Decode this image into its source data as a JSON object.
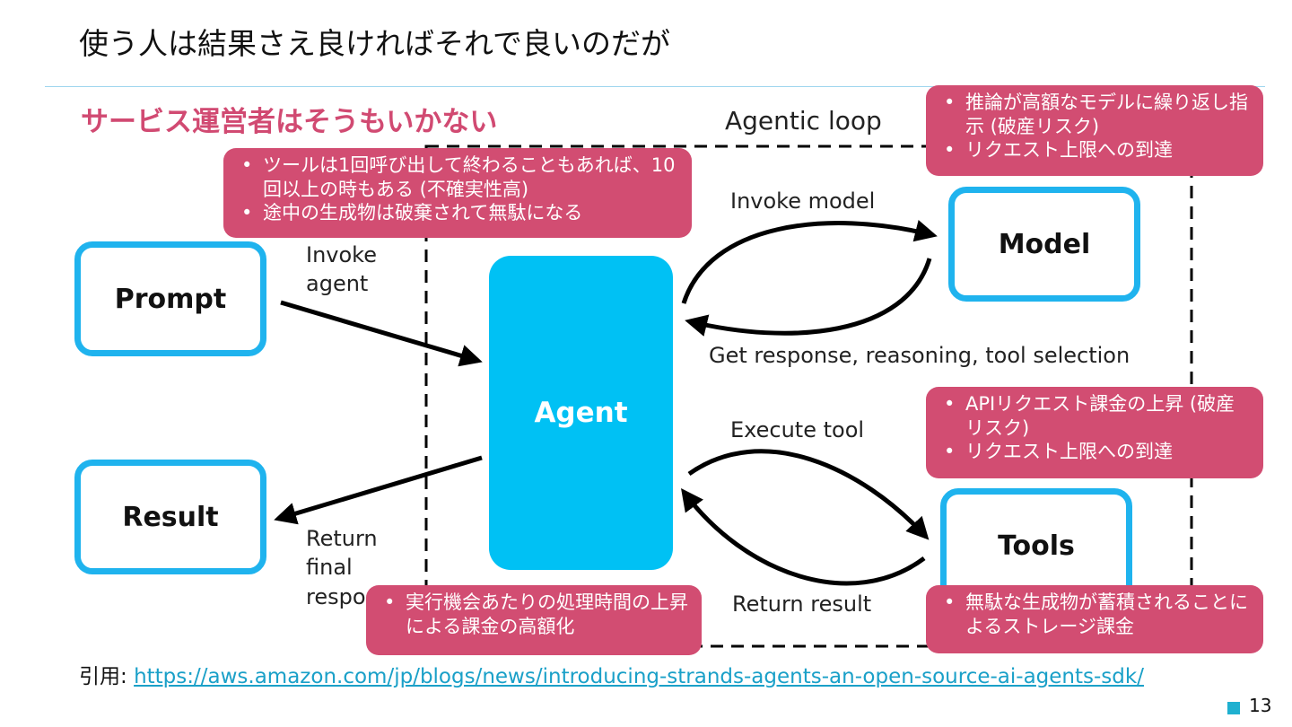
{
  "title": "使う人は結果さえ良ければそれで良いのだが",
  "subtitle": "サービス運営者はそうもいかない",
  "diagram": {
    "loop_label": "Agentic loop",
    "nodes": {
      "prompt": "Prompt",
      "result": "Result",
      "agent": "Agent",
      "model": "Model",
      "tools": "Tools"
    },
    "edges": {
      "invoke_agent_line1": "Invoke",
      "invoke_agent_line2": "agent",
      "invoke_model": "Invoke model",
      "get_response": "Get response, reasoning, tool selection",
      "execute_tool": "Execute tool",
      "return_result": "Return result",
      "return_final_line1": "Return",
      "return_final_line2": "final",
      "return_final_line3": "respo"
    }
  },
  "callouts": {
    "agent_invoke": [
      "ツールは1回呼び出して終わることもあれば、10回以上の時もある (不確実性高)",
      "途中の生成物は破棄されて無駄になる"
    ],
    "model": [
      "推論が高額なモデルに繰り返し指示 (破産リスク)",
      "リクエスト上限への到達"
    ],
    "api": [
      "APIリクエスト課金の上昇 (破産リスク)",
      "リクエスト上限への到達"
    ],
    "execution": [
      "実行機会あたりの処理時間の上昇による課金の高額化"
    ],
    "storage": [
      "無駄な生成物が蓄積されることによるストレージ課金"
    ]
  },
  "citation": {
    "label": "引用: ",
    "url": "https://aws.amazon.com/jp/blogs/news/introducing-strands-agents-an-open-source-ai-agents-sdk/"
  },
  "page_number": "13",
  "colors": {
    "accent_pink": "#d24d72",
    "node_border": "#1fb3ee",
    "agent_fill": "#00c1f4",
    "rule": "#9fd6ee"
  }
}
